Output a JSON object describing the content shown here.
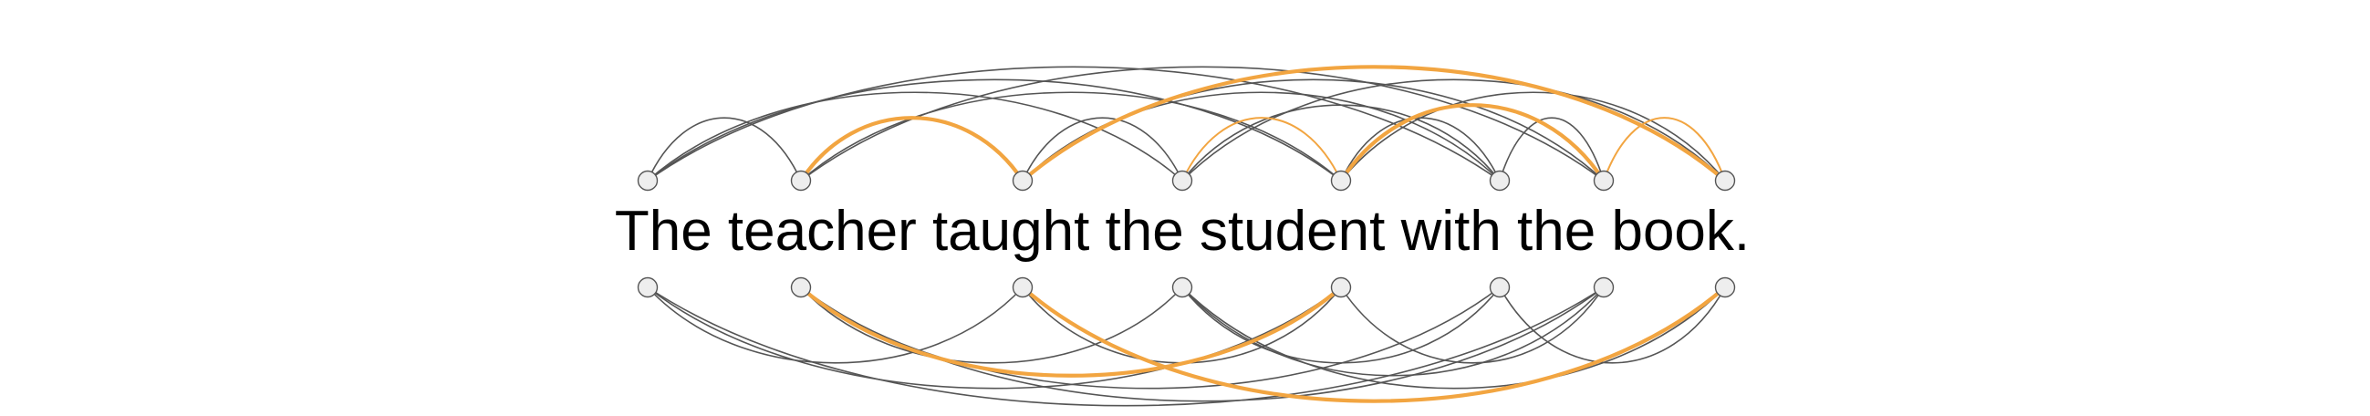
{
  "sentence": "The teacher taught the student with the book.",
  "colors": {
    "background": "#ffffff",
    "neutral_edge": "#555555",
    "highlight_edge": "#f2a541",
    "node_fill": "#eeeeee",
    "node_stroke": "#555555",
    "text": "#000000"
  },
  "node_count": 8,
  "top_arcs": [
    {
      "from": 0,
      "to": 1,
      "style": "neutral"
    },
    {
      "from": 0,
      "to": 3,
      "style": "neutral"
    },
    {
      "from": 0,
      "to": 4,
      "style": "neutral"
    },
    {
      "from": 0,
      "to": 5,
      "style": "neutral"
    },
    {
      "from": 1,
      "to": 2,
      "style": "highlight_bold"
    },
    {
      "from": 1,
      "to": 4,
      "style": "neutral"
    },
    {
      "from": 1,
      "to": 6,
      "style": "neutral"
    },
    {
      "from": 2,
      "to": 3,
      "style": "neutral"
    },
    {
      "from": 2,
      "to": 5,
      "style": "neutral"
    },
    {
      "from": 2,
      "to": 6,
      "style": "neutral"
    },
    {
      "from": 2,
      "to": 7,
      "style": "highlight_bold"
    },
    {
      "from": 3,
      "to": 4,
      "style": "highlight_thin"
    },
    {
      "from": 3,
      "to": 5,
      "style": "neutral"
    },
    {
      "from": 3,
      "to": 7,
      "style": "neutral"
    },
    {
      "from": 4,
      "to": 5,
      "style": "neutral"
    },
    {
      "from": 4,
      "to": 6,
      "style": "highlight_bold"
    },
    {
      "from": 4,
      "to": 7,
      "style": "neutral"
    },
    {
      "from": 5,
      "to": 6,
      "style": "neutral"
    },
    {
      "from": 6,
      "to": 7,
      "style": "highlight_thin"
    }
  ],
  "bottom_arcs": [
    {
      "from": 0,
      "to": 2,
      "style": "neutral"
    },
    {
      "from": 0,
      "to": 4,
      "style": "neutral"
    },
    {
      "from": 0,
      "to": 6,
      "style": "neutral"
    },
    {
      "from": 1,
      "to": 3,
      "style": "neutral"
    },
    {
      "from": 1,
      "to": 5,
      "style": "neutral"
    },
    {
      "from": 1,
      "to": 6,
      "style": "neutral"
    },
    {
      "from": 1,
      "to": 4,
      "style": "highlight_bold"
    },
    {
      "from": 2,
      "to": 4,
      "style": "neutral"
    },
    {
      "from": 2,
      "to": 7,
      "style": "highlight_bold"
    },
    {
      "from": 3,
      "to": 5,
      "style": "neutral"
    },
    {
      "from": 3,
      "to": 6,
      "style": "neutral"
    },
    {
      "from": 3,
      "to": 7,
      "style": "neutral"
    },
    {
      "from": 4,
      "to": 6,
      "style": "neutral"
    },
    {
      "from": 5,
      "to": 7,
      "style": "neutral"
    }
  ]
}
